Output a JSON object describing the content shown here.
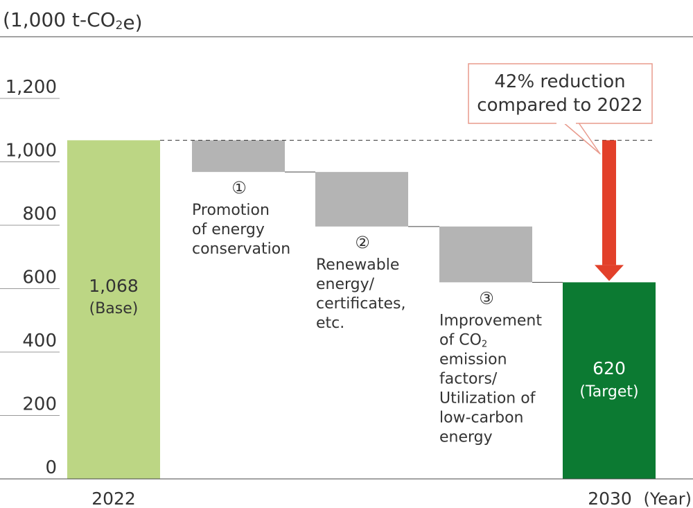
{
  "chart_data": {
    "type": "waterfall",
    "unit_label": "(1,000 t-CO2e)",
    "ylim": [
      0,
      1200
    ],
    "y_ticks": [
      "0",
      "200",
      "400",
      "600",
      "800",
      "1,000",
      "1,200"
    ],
    "y_tick_values": [
      0,
      200,
      400,
      600,
      800,
      1000,
      1200
    ],
    "x_start_label": "2022",
    "x_end_label": "2030",
    "x_unit_label": "(Year)",
    "base": {
      "value": 1068,
      "label": "1,068",
      "sublabel": "(Base)",
      "color": "#bcd684"
    },
    "steps": [
      {
        "marker": "①",
        "from": 1068,
        "to": 968,
        "lines": [
          "Promotion",
          "of energy",
          "conservation"
        ]
      },
      {
        "marker": "②",
        "from": 968,
        "to": 796,
        "lines": [
          "Renewable",
          "energy/",
          "certificates,",
          "etc."
        ]
      },
      {
        "marker": "③",
        "from": 796,
        "to": 620,
        "lines": [
          "Improvement",
          "of CO2",
          "emission",
          "factors/",
          "Utilization of",
          "low-carbon",
          "energy"
        ]
      }
    ],
    "step_color": "#b4b4b4",
    "target": {
      "value": 620,
      "label": "620",
      "sublabel": "(Target)",
      "color": "#0c7a32"
    },
    "annotation": {
      "lines": [
        "42% reduction",
        "compared to 2022"
      ],
      "border_color": "#e89a8c",
      "arrow_color": "#e2402a"
    }
  }
}
